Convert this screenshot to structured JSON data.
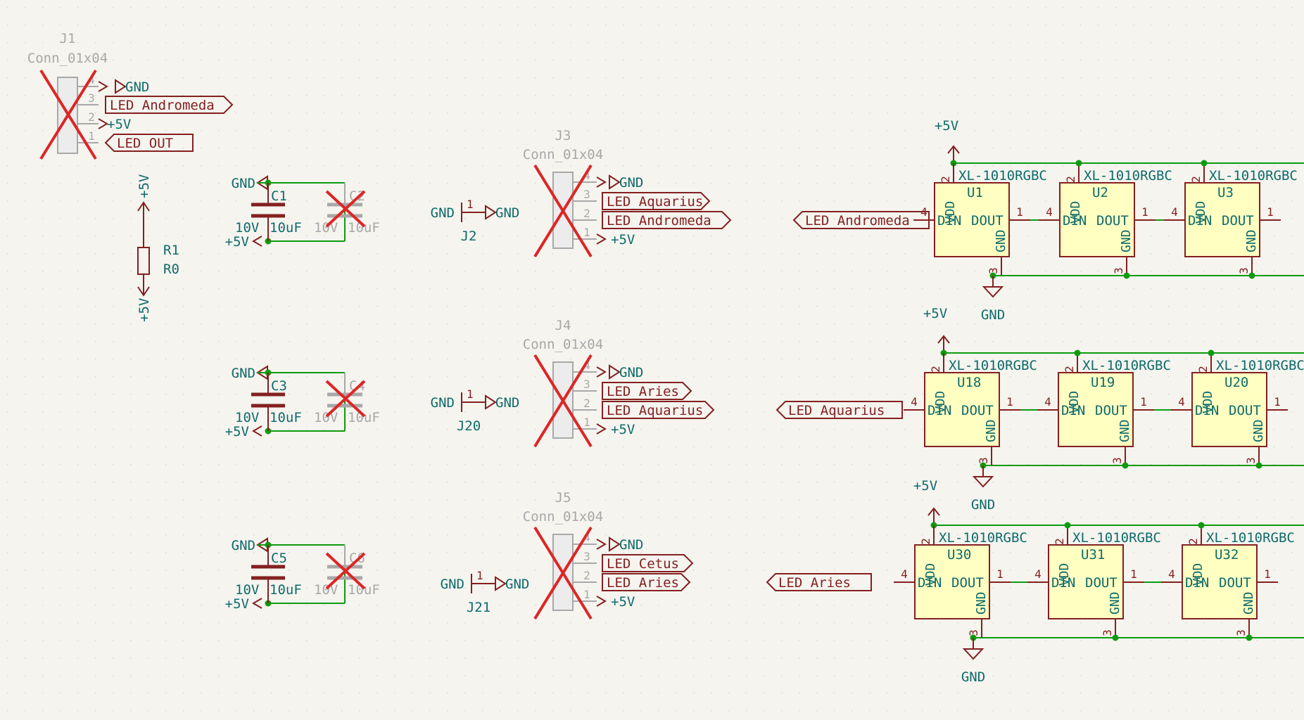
{
  "colors": {
    "background": "#f5f4ef",
    "wire": "#0f9a0f",
    "body": "#842020",
    "fill": "#ffffc2",
    "text": "#0e6b6b",
    "dnp": "#dc2626",
    "dim": "#a8a8a8",
    "grid": "#d8d6cf"
  },
  "symbols": {
    "gnd": "GND",
    "vcc": "+5V",
    "part": "XL-1010RGBC",
    "pin_vdd": "VDD",
    "pin_din": "DIN",
    "pin_dout": "DOUT",
    "pin_gnd": "GND",
    "cap_voltage": "10V",
    "cap_value": "10uF",
    "conn_value": "Conn_01x04"
  },
  "header_connector": {
    "ref": "J1",
    "value": "Conn_01x04",
    "pins": [
      {
        "num": "4",
        "net": "GND"
      },
      {
        "num": "3",
        "net": "LED_Andromeda"
      },
      {
        "num": "2",
        "net": "+5V"
      },
      {
        "num": "1",
        "net": "LED_OUT"
      }
    ]
  },
  "resistor": {
    "ref": "R1",
    "value": "R0",
    "top_net": "+5V",
    "bottom_net": "+5V"
  },
  "rows": [
    {
      "caps": [
        "C1",
        "C2"
      ],
      "test_point": "J2",
      "connector": {
        "ref": "J3",
        "value": "Conn_01x04",
        "pins": [
          {
            "num": "4",
            "net": "GND"
          },
          {
            "num": "3",
            "net": "LED_Aquarius"
          },
          {
            "num": "2",
            "net": "LED_Andromeda"
          },
          {
            "num": "1",
            "net": "+5V"
          }
        ]
      },
      "input_label": "LED_Andromeda",
      "leds": [
        "U1",
        "U2",
        "U3"
      ]
    },
    {
      "caps": [
        "C3",
        "C4"
      ],
      "test_point": "J20",
      "connector": {
        "ref": "J4",
        "value": "Conn_01x04",
        "pins": [
          {
            "num": "4",
            "net": "GND"
          },
          {
            "num": "3",
            "net": "LED_Aries"
          },
          {
            "num": "2",
            "net": "LED_Aquarius"
          },
          {
            "num": "1",
            "net": "+5V"
          }
        ]
      },
      "input_label": "LED_Aquarius",
      "leds": [
        "U18",
        "U19",
        "U20"
      ]
    },
    {
      "caps": [
        "C5",
        "C6"
      ],
      "test_point": "J21",
      "connector": {
        "ref": "J5",
        "value": "Conn_01x04",
        "pins": [
          {
            "num": "4",
            "net": "GND"
          },
          {
            "num": "3",
            "net": "LED_Cetus"
          },
          {
            "num": "2",
            "net": "LED_Aries"
          },
          {
            "num": "1",
            "net": "+5V"
          }
        ]
      },
      "input_label": "LED_Aries",
      "leds": [
        "U30",
        "U31",
        "U32"
      ]
    }
  ]
}
